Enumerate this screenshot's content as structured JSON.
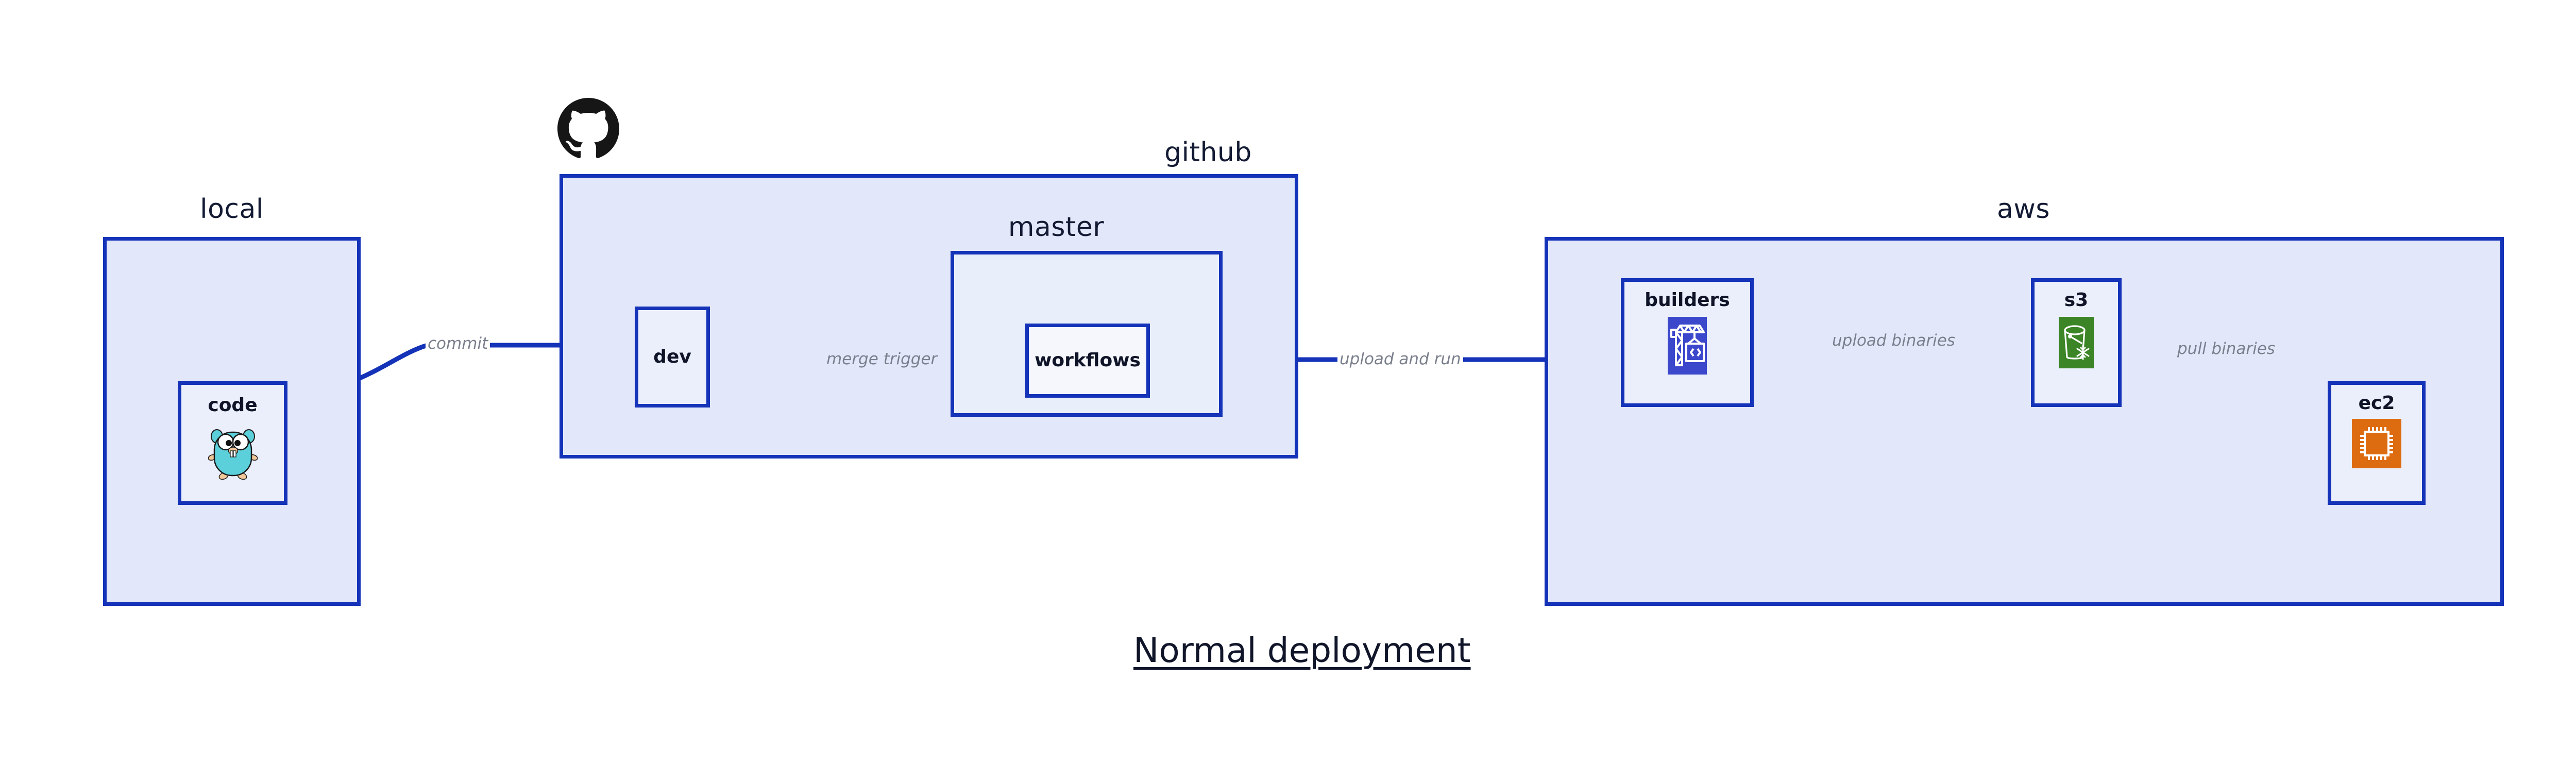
{
  "diagram": {
    "title": "Normal deployment",
    "background_color": "#ffffff",
    "accent_color": "#1433b8",
    "group_fill": "#e2e7fa",
    "subgroup_fill": "#e9eefb",
    "node_fill": "#eaeffb",
    "label_color": "#7a7f8c"
  },
  "groups": {
    "local": {
      "label": "local"
    },
    "github": {
      "label": "github"
    },
    "master": {
      "label": "master"
    },
    "aws": {
      "label": "aws"
    }
  },
  "nodes": {
    "code": {
      "label": "code",
      "icon": "go-gopher-icon"
    },
    "dev": {
      "label": "dev",
      "icon": "none"
    },
    "workflows": {
      "label": "workflows",
      "icon": "none"
    },
    "builders": {
      "label": "builders",
      "icon": "aws-codebuild-icon",
      "icon_color": "#3b48cc"
    },
    "s3": {
      "label": "s3",
      "icon": "aws-s3-glacier-icon",
      "icon_color": "#3c8527"
    },
    "ec2": {
      "label": "ec2",
      "icon": "aws-ec2-icon",
      "icon_color": "#dd6b10"
    }
  },
  "edges": [
    {
      "id": "commit",
      "label": "commit",
      "from": "code",
      "to": "dev"
    },
    {
      "id": "merge-trigger",
      "label": "merge trigger",
      "from": "dev",
      "to": "workflows"
    },
    {
      "id": "upload-and-run",
      "label": "upload and run",
      "from": "workflows",
      "to": "builders"
    },
    {
      "id": "upload-binaries",
      "label": "upload binaries",
      "from": "builders",
      "to": "s3"
    },
    {
      "id": "pull-binaries",
      "label": "pull binaries",
      "from": "s3",
      "to": "ec2"
    }
  ],
  "logos": {
    "github_mark": "github-octocat-icon"
  }
}
